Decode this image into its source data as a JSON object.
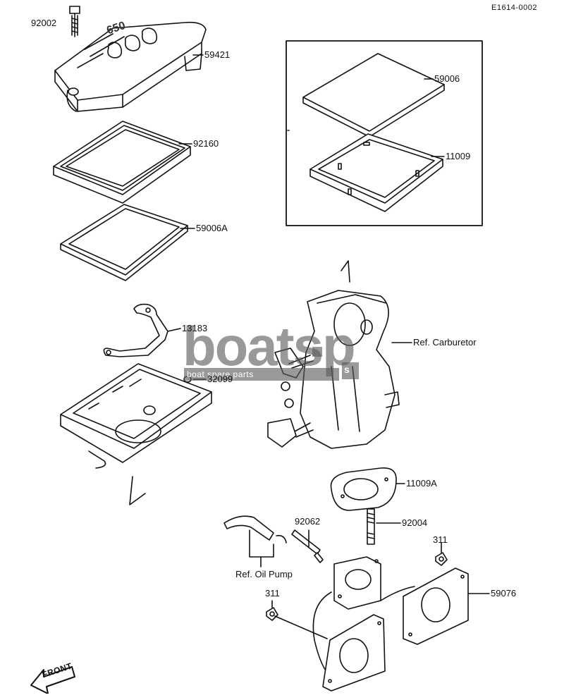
{
  "diagram": {
    "code": "E1614-0002",
    "callouts": {
      "p92002": "92002",
      "p59421": "59421",
      "p92160": "92160",
      "p59006A": "59006A",
      "p59006": "59006",
      "p11009": "11009",
      "p13183": "13183",
      "p32099": "32099",
      "ref_carburetor": "Ref. Carburetor",
      "p11009A": "11009A",
      "p92004": "92004",
      "p92062": "92062",
      "p311a": "311",
      "ref_oil_pump": "Ref. Oil Pump",
      "p311b": "311",
      "p59076": "59076"
    },
    "cover_emblem": "650",
    "front_marker": "FRONT"
  },
  "watermark": {
    "text": "boatsp",
    "tagline": "boat spare parts",
    "tld": "s"
  }
}
